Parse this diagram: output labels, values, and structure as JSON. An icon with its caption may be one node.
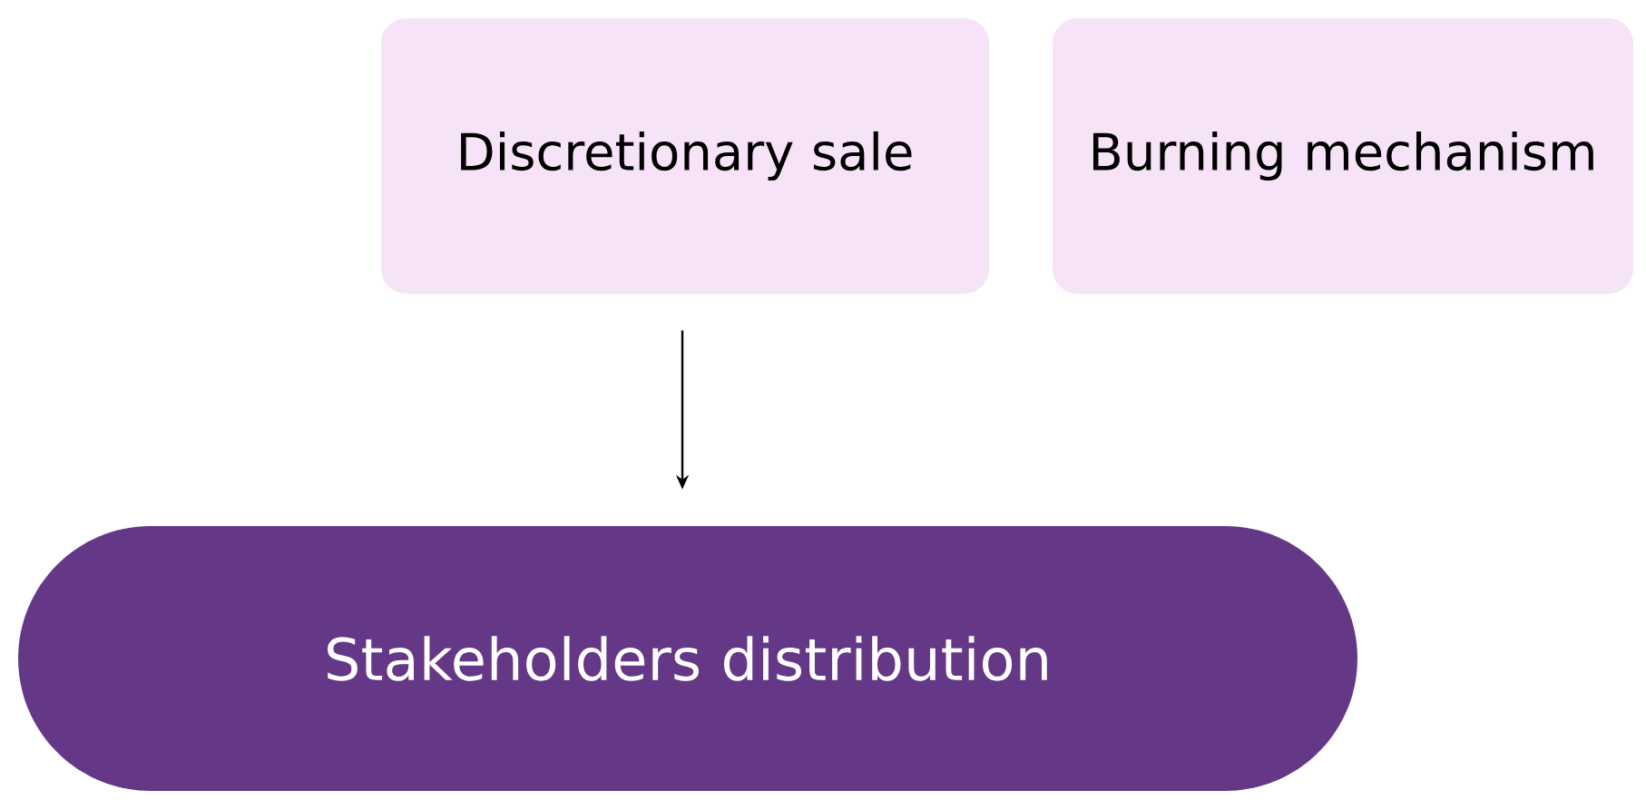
{
  "diagram": {
    "nodes": [
      {
        "text": [
          "Discretionary sale"
        ]
      },
      {
        "text": [
          "Burning mechanism"
        ]
      },
      {
        "text": [
          "Stakeholders distribution"
        ]
      }
    ],
    "edges": [
      {
        "from": 0,
        "to": 2,
        "arrow": "to"
      }
    ]
  }
}
